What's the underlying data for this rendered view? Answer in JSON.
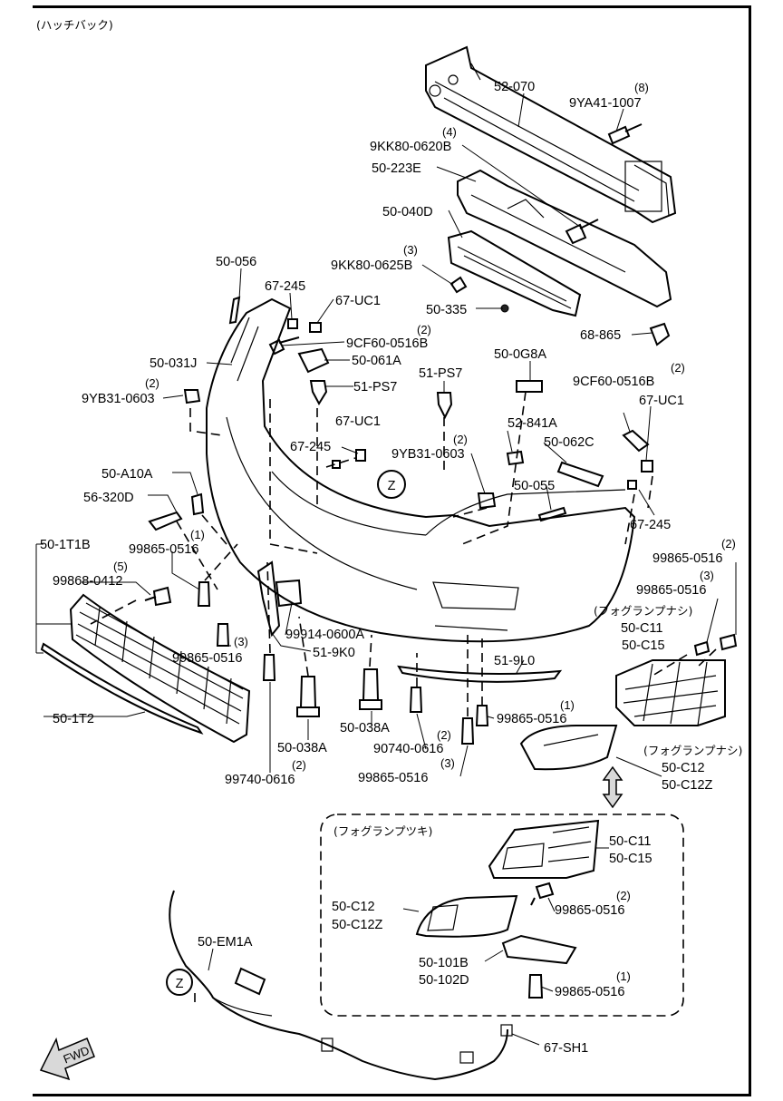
{
  "title": "(ハッチバック)",
  "labels": {
    "p_52_070": "52-070",
    "p_9ya41_qty": "(8)",
    "p_9ya41": "9YA41-1007",
    "p_9kk80_0620b_qty": "(4)",
    "p_9kk80_0620b": "9KK80-0620B",
    "p_50_223e": "50-223E",
    "p_50_040d": "50-040D",
    "p_9kk80_0625b_qty": "(3)",
    "p_9kk80_0625b": "9KK80-0625B",
    "p_50_335": "50-335",
    "p_68_865": "68-865",
    "p_50_056": "50-056",
    "p_67_245_a": "67-245",
    "p_67_uc1_a": "67-UC1",
    "p_9cf60_a_qty": "(2)",
    "p_9cf60_a": "9CF60-0516B",
    "p_50_031j": "50-031J",
    "p_50_061a": "50-061A",
    "p_9yb31_a_qty": "(2)",
    "p_9yb31_a": "9YB31-0603",
    "p_51_ps7_a": "51-PS7",
    "p_51_ps7_b": "51-PS7",
    "p_50_0g8a": "50-0G8A",
    "p_9cf60_b_qty": "(2)",
    "p_9cf60_b": "9CF60-0516B",
    "p_67_uc1_b": "67-UC1",
    "p_67_uc1_c": "67-UC1",
    "p_52_841a": "52-841A",
    "p_67_245_b": "67-245",
    "p_9yb31_b_qty": "(2)",
    "p_9yb31_b": "9YB31-0603",
    "p_50_062c": "50-062C",
    "p_50_a10a": "50-A10A",
    "p_50_055": "50-055",
    "p_56_320d": "56-320D",
    "p_67_245_c": "67-245",
    "p_50_1t1b": "50-1T1B",
    "p_99865_a_qty": "(1)",
    "p_99865_a": "99865-0516",
    "p_99865_b_qty": "(2)",
    "p_99865_b": "99865-0516",
    "p_99868_qty": "(5)",
    "p_99868": "99868-0412",
    "p_99865_c_qty": "(3)",
    "p_99865_c": "99865-0516",
    "p_fog_nashi_a": "(フォグランプナシ)",
    "p_50_c11_a": "50-C11",
    "p_50_c15_a": "50-C15",
    "p_99914": "99914-0600A",
    "p_99865_d_qty": "(3)",
    "p_99865_d": "99865-0516",
    "p_51_9k0": "51-9K0",
    "p_51_9l0": "51-9L0",
    "p_50_1t2": "50-1T2",
    "p_50_038a_a": "50-038A",
    "p_50_038a_b": "50-038A",
    "p_99865_e_qty": "(1)",
    "p_99865_e": "99865-0516",
    "p_90740_qty": "(2)",
    "p_90740": "90740-0616",
    "p_99865_f_qty": "(3)",
    "p_99865_f": "99865-0516",
    "p_99740": "99740-0616",
    "p_99740_qty": "(2)",
    "p_fog_nashi_b": "(フォグランプナシ)",
    "p_50_c12_a": "50-C12",
    "p_50_c12z_a": "50-C12Z",
    "p_fog_tsuki": "(フォグランプツキ)",
    "p_50_c11_b": "50-C11",
    "p_50_c15_b": "50-C15",
    "p_50_c12_b": "50-C12",
    "p_50_c12z_b": "50-C12Z",
    "p_99865_g_qty": "(2)",
    "p_99865_g": "99865-0516",
    "p_50_em1a": "50-EM1A",
    "p_50_101b": "50-101B",
    "p_50_102d": "50-102D",
    "p_99865_h_qty": "(1)",
    "p_99865_h": "99865-0516",
    "p_67_sh1": "67-SH1",
    "z_mark_a": "Z",
    "z_mark_b": "Z",
    "fwd": "FWD"
  }
}
